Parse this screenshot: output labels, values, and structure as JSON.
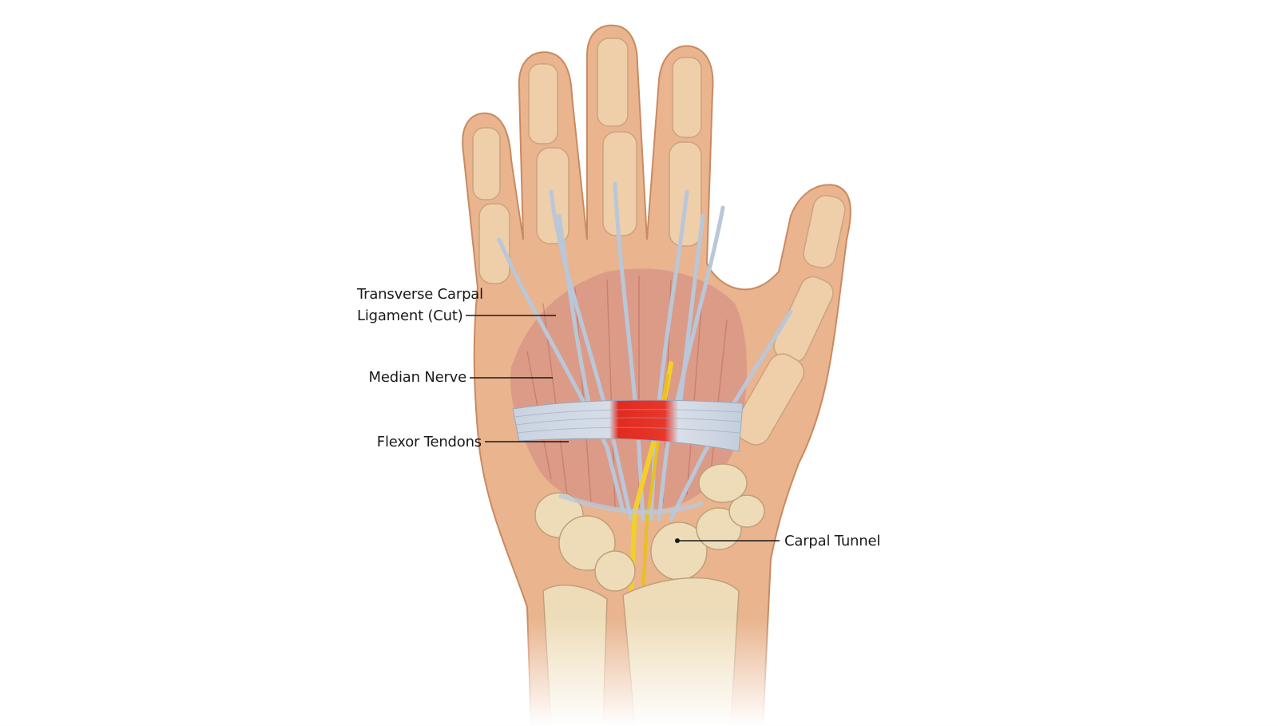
{
  "labels": {
    "transverse_carpal_ligament_line1": "Transverse Carpal",
    "transverse_carpal_ligament_line2": "Ligament (Cut)",
    "median_nerve": "Median Nerve",
    "flexor_tendons": "Flexor Tendons",
    "carpal_tunnel": "Carpal Tunnel"
  },
  "colors": {
    "skin": "#e9b48e",
    "skin_outline": "#c98a62",
    "bone": "#eedcb8",
    "tendon": "#b9c7d8",
    "muscle": "#d99686",
    "ligament": "#c9d3e0",
    "ligament_cut": "#e02b20",
    "nerve": "#f2cf2a",
    "leader_line": "#1a1a1a"
  }
}
